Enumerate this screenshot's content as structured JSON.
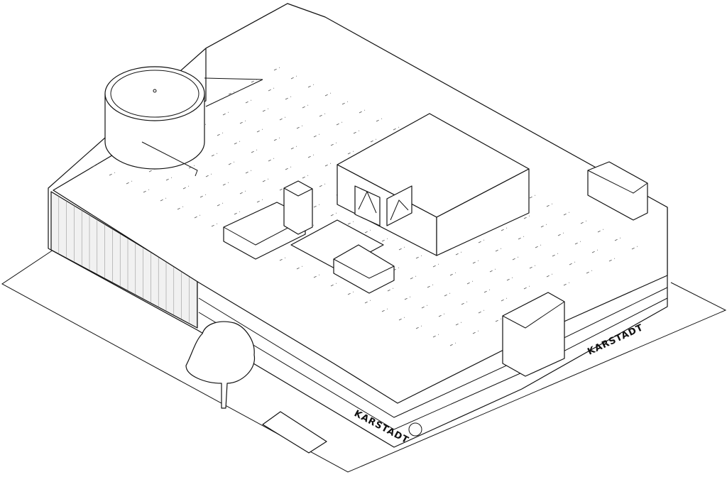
{
  "drawing": {
    "type": "isometric building drawing",
    "signs": [
      "KARSTADT",
      "KARSTADT"
    ],
    "line_color": "#111111",
    "background": "#ffffff"
  }
}
